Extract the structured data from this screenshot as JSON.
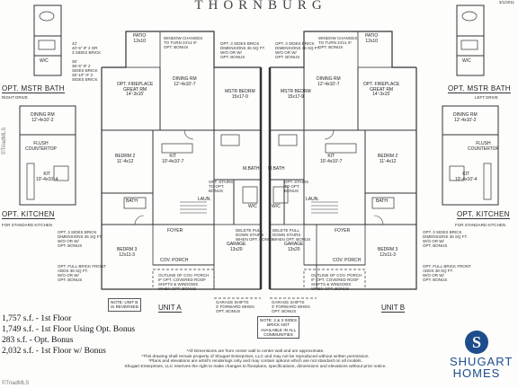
{
  "header": {
    "title": "THORNBURG",
    "date": "3/1/2011"
  },
  "sections": {
    "opt_mstr_bath_left": "OPT. MSTR BATH",
    "opt_mstr_bath_right": "OPT. MSTR BATH",
    "opt_kitchen_left": "OPT. KITCHEN",
    "opt_kitchen_right": "OPT. KITCHEN",
    "right_drive": "RIGHT DRIVE",
    "left_drive": "LEFT DRIVE",
    "for_standard_kitchen": "FOR STANDARD KITCHEN"
  },
  "bath_dims": {
    "left": "42'\n40'-5\" IF 2 OR\n3 SIDES BRICK\n\n36'\n36'-5\" IF 2\nSIDES BRICK\n36'-10\" IF 3\nSIDES BRICK"
  },
  "rooms": {
    "patio": "PATIO\n12x10",
    "dining": "DINING RM\n12'-4x10'-7",
    "great_rm": "OPT. FIREPLACE\nGREAT RM\n14'-3x15'",
    "mstr_bedrm": "MSTR BEDRM\n15x17-9",
    "bedrm_2": "BEDRM 2\n11'-4x12",
    "bedrm_3": "BEDRM 3\n12x11-3",
    "kit": "KIT\n10'-4x10'-7",
    "bath": "BATH",
    "wic": "W/C",
    "laun": "LAUN.",
    "foyer": "FOYER",
    "garage": "GARAGE\n13x20",
    "cov_porch": "COV. PORCH",
    "m_bath": "M.BATH",
    "flush_countertop": "FLUSH\nCOUNTERTOP",
    "dining_side": "DINING RM\n12'-4x10'-2",
    "kit_side": "KIT\n10'-4x10'-4"
  },
  "notes": {
    "window_changes": "WINDOW CHANGES\nTO TURN 24'x1 IF\nOPT. BONUS",
    "opt_stairs": "OPT. STAIRS\nTO OPT.\nBONUS",
    "opt_brick": "OPT. 3 SIDES BRICK\nDIMENSIONS 36 SQ FT.\nW/O OR W/\nOPT. BONUS",
    "opt_full_brick": "OPT. FULL BRICK FRONT\nADDS 38 SQ FT.\nW/O OR W/\nOPT. BONUS",
    "delete_pull_down": "DELETE PULL\nDOWN STAIRS\nWHEN OPT. BONUS",
    "outline_cov_porch": "OUTLINE OF COV. PORCH\nIF OPT. COVERED ROOF\nSHIFTS & WINDOWS\nWHEN OPT. BONUS",
    "garage_shifts": "GARAGE SHIFTS\n3' FORWARD WHEN\nOPT. BONUS"
  },
  "unit_labels": {
    "unit_a": "UNIT A",
    "unit_b": "UNIT B",
    "note_unit_b": "NOTE: UNIT B\nIS REVERSED"
  },
  "center_note": "NOTE: 2 & 3 SIDES\nBRICK NOT\nAVAILABLE IN ALL\nCOMMUNITIES",
  "square_footage": [
    "1,757 s.f. - 1st Floor",
    "1,749 s.f. - 1st Floor Using Opt. Bonus",
    "283 s.f. - Opt. Bonus",
    "2,032 s.f. - 1st Floor w/ Bonus"
  ],
  "disclaimer": "*All Dimensions are from center wall to center wall and are approximate.\n*This drawing shall remain property of Shugart Enterprises, LLC and may not be reproduced without written permission.\n*Plans and elevations are artist's renderings only and may contain options which are not standard on all models.\nShugart Enterprises, LLC reserves the right to make changes to floorplans, specifications, dimensions and elevations without prior notice.",
  "logo": {
    "letter": "S",
    "line1": "SHUGART",
    "line2": "HOMES",
    "color": "#1d4d8c"
  },
  "watermarks": {
    "top_left": "©TriadMLS",
    "bottom_left": "©TriadMLS"
  }
}
